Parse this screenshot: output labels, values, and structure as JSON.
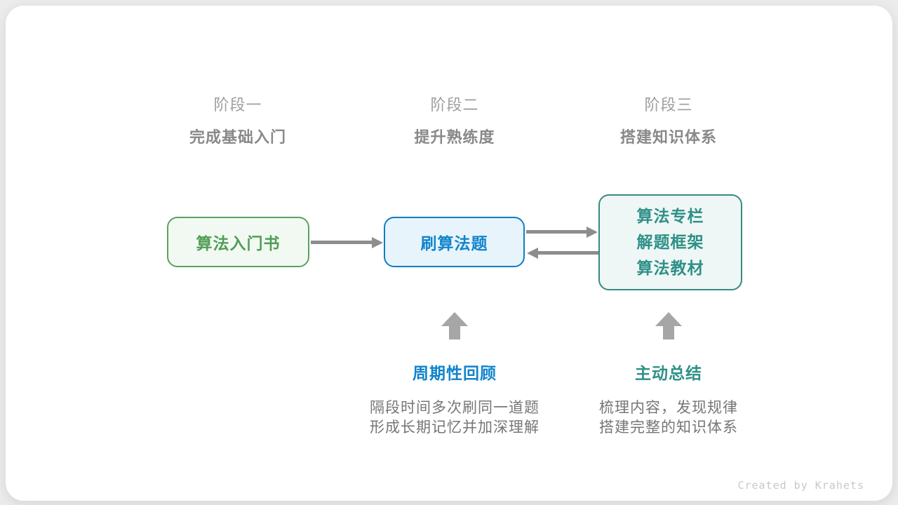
{
  "page": {
    "credit": "Created by Krahets",
    "background_color": "#ececec",
    "card_color": "#ffffff"
  },
  "stages": [
    {
      "label": "阶段一",
      "subtitle": "完成基础入门"
    },
    {
      "label": "阶段二",
      "subtitle": "提升熟练度"
    },
    {
      "label": "阶段三",
      "subtitle": "搭建知识体系"
    }
  ],
  "nodes": [
    {
      "label": "算法入门书",
      "text_color": "#4f9f56",
      "border_color": "#5aa25f",
      "fill_color": "#f2f9f2"
    },
    {
      "label": "刷算法题",
      "text_color": "#1185cb",
      "border_color": "#107dc2",
      "fill_color": "#e8f4fc"
    },
    {
      "lines": [
        "算法专栏",
        "解题框架",
        "算法教材"
      ],
      "text_color": "#2f9087",
      "border_color": "#38897f",
      "fill_color": "#eef7f6"
    }
  ],
  "arrows": {
    "color": "#8d8d8d",
    "up_arrow_color": "#a6a6a6",
    "box1_to_box2": "right",
    "box2_to_box3": "right",
    "box3_to_box2": "left"
  },
  "annotations": [
    {
      "title": "周期性回顾",
      "title_color": "#0f83cc",
      "desc_lines": [
        "隔段时间多次刷同一道题",
        "形成长期记忆并加深理解"
      ]
    },
    {
      "title": "主动总结",
      "title_color": "#2f9087",
      "desc_lines": [
        "梳理内容，发现规律",
        "搭建完整的知识体系"
      ]
    }
  ]
}
